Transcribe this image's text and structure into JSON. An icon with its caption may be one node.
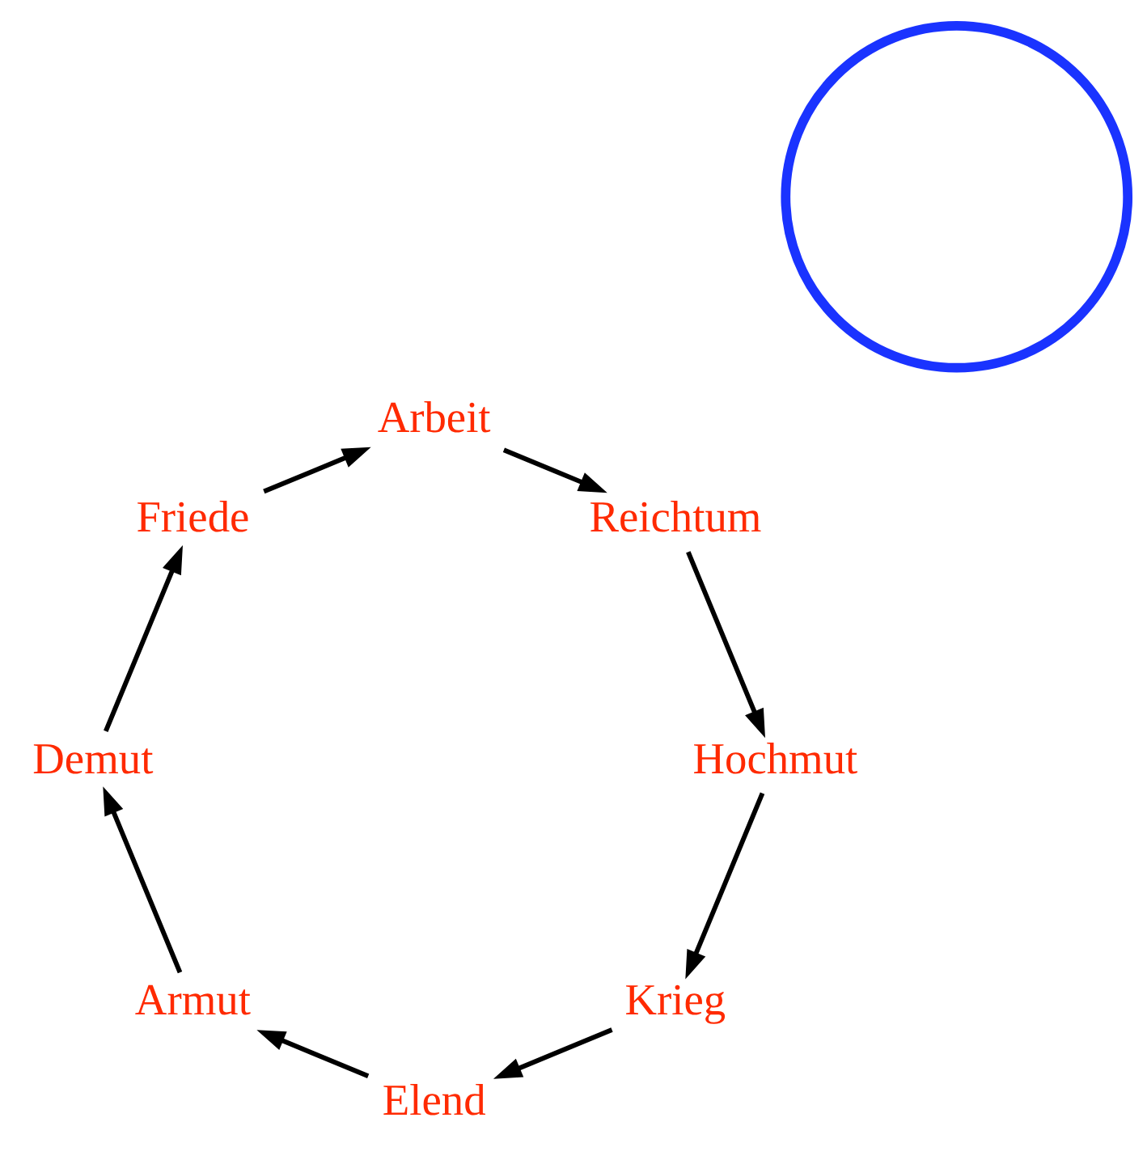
{
  "diagram": {
    "nodes": [
      {
        "text": [
          "Krieg"
        ]
      },
      {
        "text": [
          "Elend"
        ]
      },
      {
        "text": [
          "Armut"
        ]
      },
      {
        "text": [
          "Demut"
        ]
      },
      {
        "text": [
          "Friede"
        ]
      },
      {
        "text": [
          "Arbeit"
        ]
      },
      {
        "text": [
          "Reichtum"
        ]
      },
      {
        "text": [
          "Hochmut"
        ]
      },
      {
        "text": [],
        "shape": "circle"
      }
    ],
    "edges": [
      {
        "from": 0,
        "to": 1,
        "arrow": "to"
      },
      {
        "from": 1,
        "to": 2,
        "arrow": "to"
      },
      {
        "from": 2,
        "to": 3,
        "arrow": "to"
      },
      {
        "from": 3,
        "to": 4,
        "arrow": "to"
      },
      {
        "from": 4,
        "to": 5,
        "arrow": "to"
      },
      {
        "from": 5,
        "to": 6,
        "arrow": "to"
      },
      {
        "from": 6,
        "to": 7,
        "arrow": "to"
      },
      {
        "from": 7,
        "to": 0,
        "arrow": "to"
      }
    ]
  }
}
